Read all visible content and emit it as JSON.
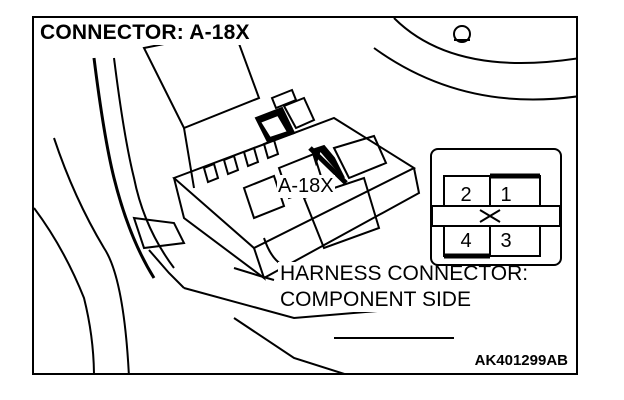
{
  "title": "CONNECTOR: A-18X",
  "callout_label": "A-18X",
  "harness_label_line1": "HARNESS CONNECTOR:",
  "harness_label_line2": "COMPONENT SIDE",
  "figure_code": "AK401299AB",
  "connector_pins": [
    {
      "label": "2"
    },
    {
      "label": "1"
    },
    {
      "label": "4"
    },
    {
      "label": "3"
    }
  ]
}
